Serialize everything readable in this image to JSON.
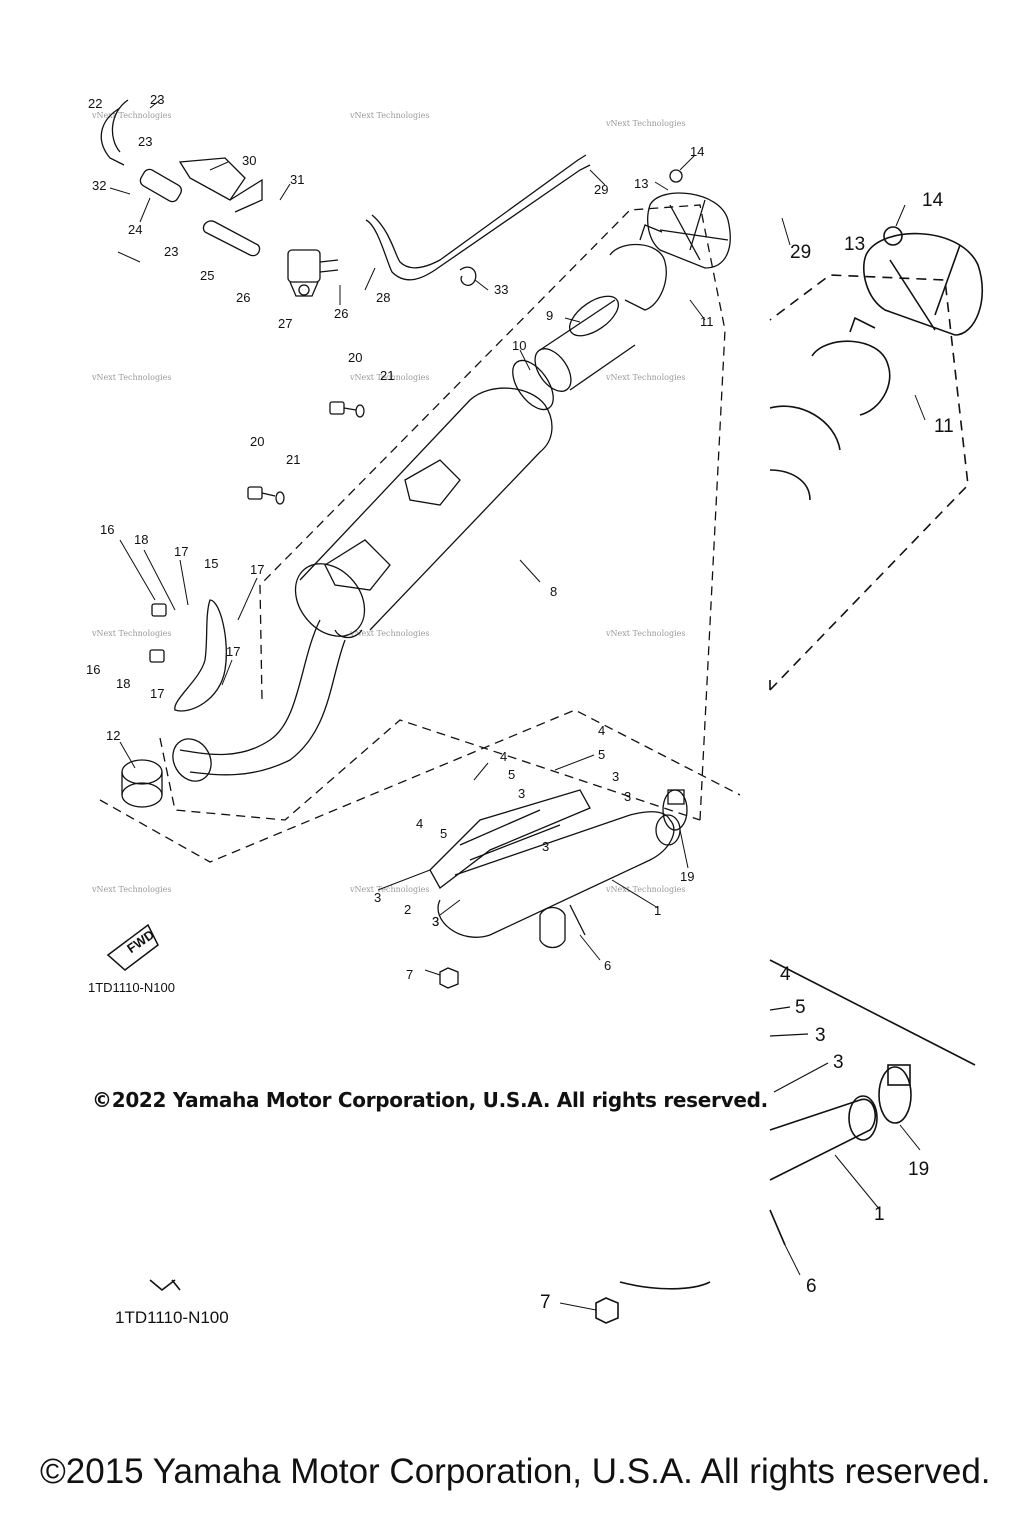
{
  "copyright_small": "©2022 Yamaha Motor Corporation, U.S.A. All rights reserved.",
  "copyright_large": "©2015 Yamaha Motor Corporation, U.S.A. All rights reserved.",
  "diagram_code": "1TD1110-N100",
  "forward_arrow_label": "FWD",
  "watermark": "vNext Technologies",
  "callouts_main": [
    "22",
    "23",
    "23",
    "30",
    "31",
    "32",
    "24",
    "23",
    "25",
    "26",
    "27",
    "26",
    "28",
    "29",
    "33",
    "14",
    "13",
    "9",
    "10",
    "11",
    "20",
    "21",
    "20",
    "21",
    "16",
    "18",
    "17",
    "15",
    "17",
    "16",
    "18",
    "17",
    "17",
    "8",
    "12",
    "4",
    "5",
    "3",
    "4",
    "5",
    "3",
    "3",
    "4",
    "5",
    "3",
    "3",
    "19",
    "3",
    "2",
    "3",
    "1",
    "6",
    "7"
  ],
  "callouts_zoom": [
    "29",
    "14",
    "13",
    "11",
    "4",
    "5",
    "3",
    "3",
    "19",
    "1",
    "6",
    "7"
  ]
}
